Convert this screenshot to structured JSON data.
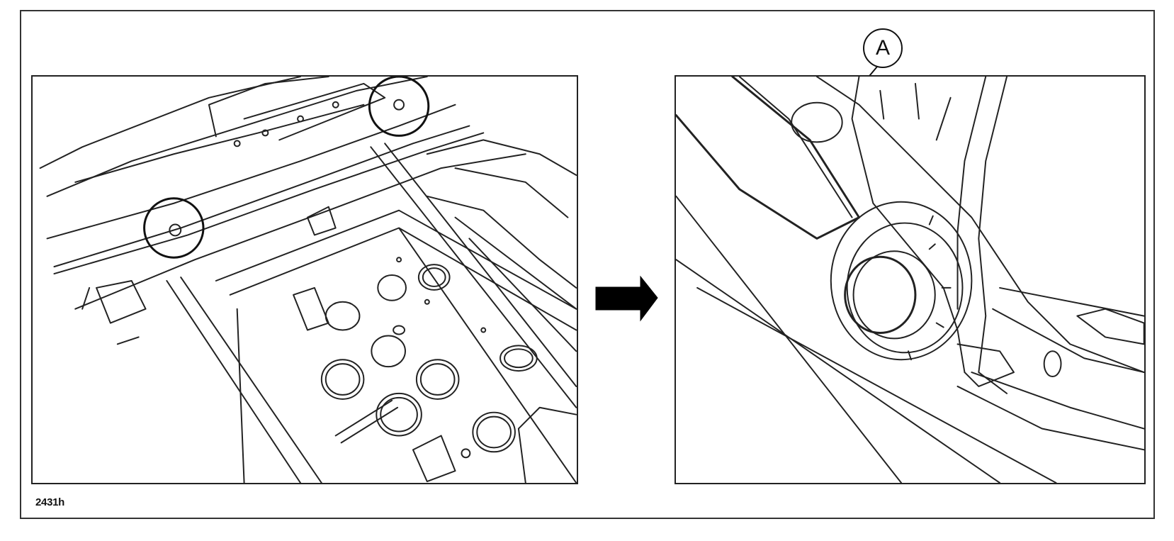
{
  "figure": {
    "id_label": "2431h",
    "callout_a": "A"
  },
  "colors": {
    "line": "#222222",
    "background": "#ffffff",
    "arrow": "#000000"
  },
  "icons": {
    "transition_arrow": "right-arrow-icon",
    "detail_circles": "circle-highlight"
  }
}
